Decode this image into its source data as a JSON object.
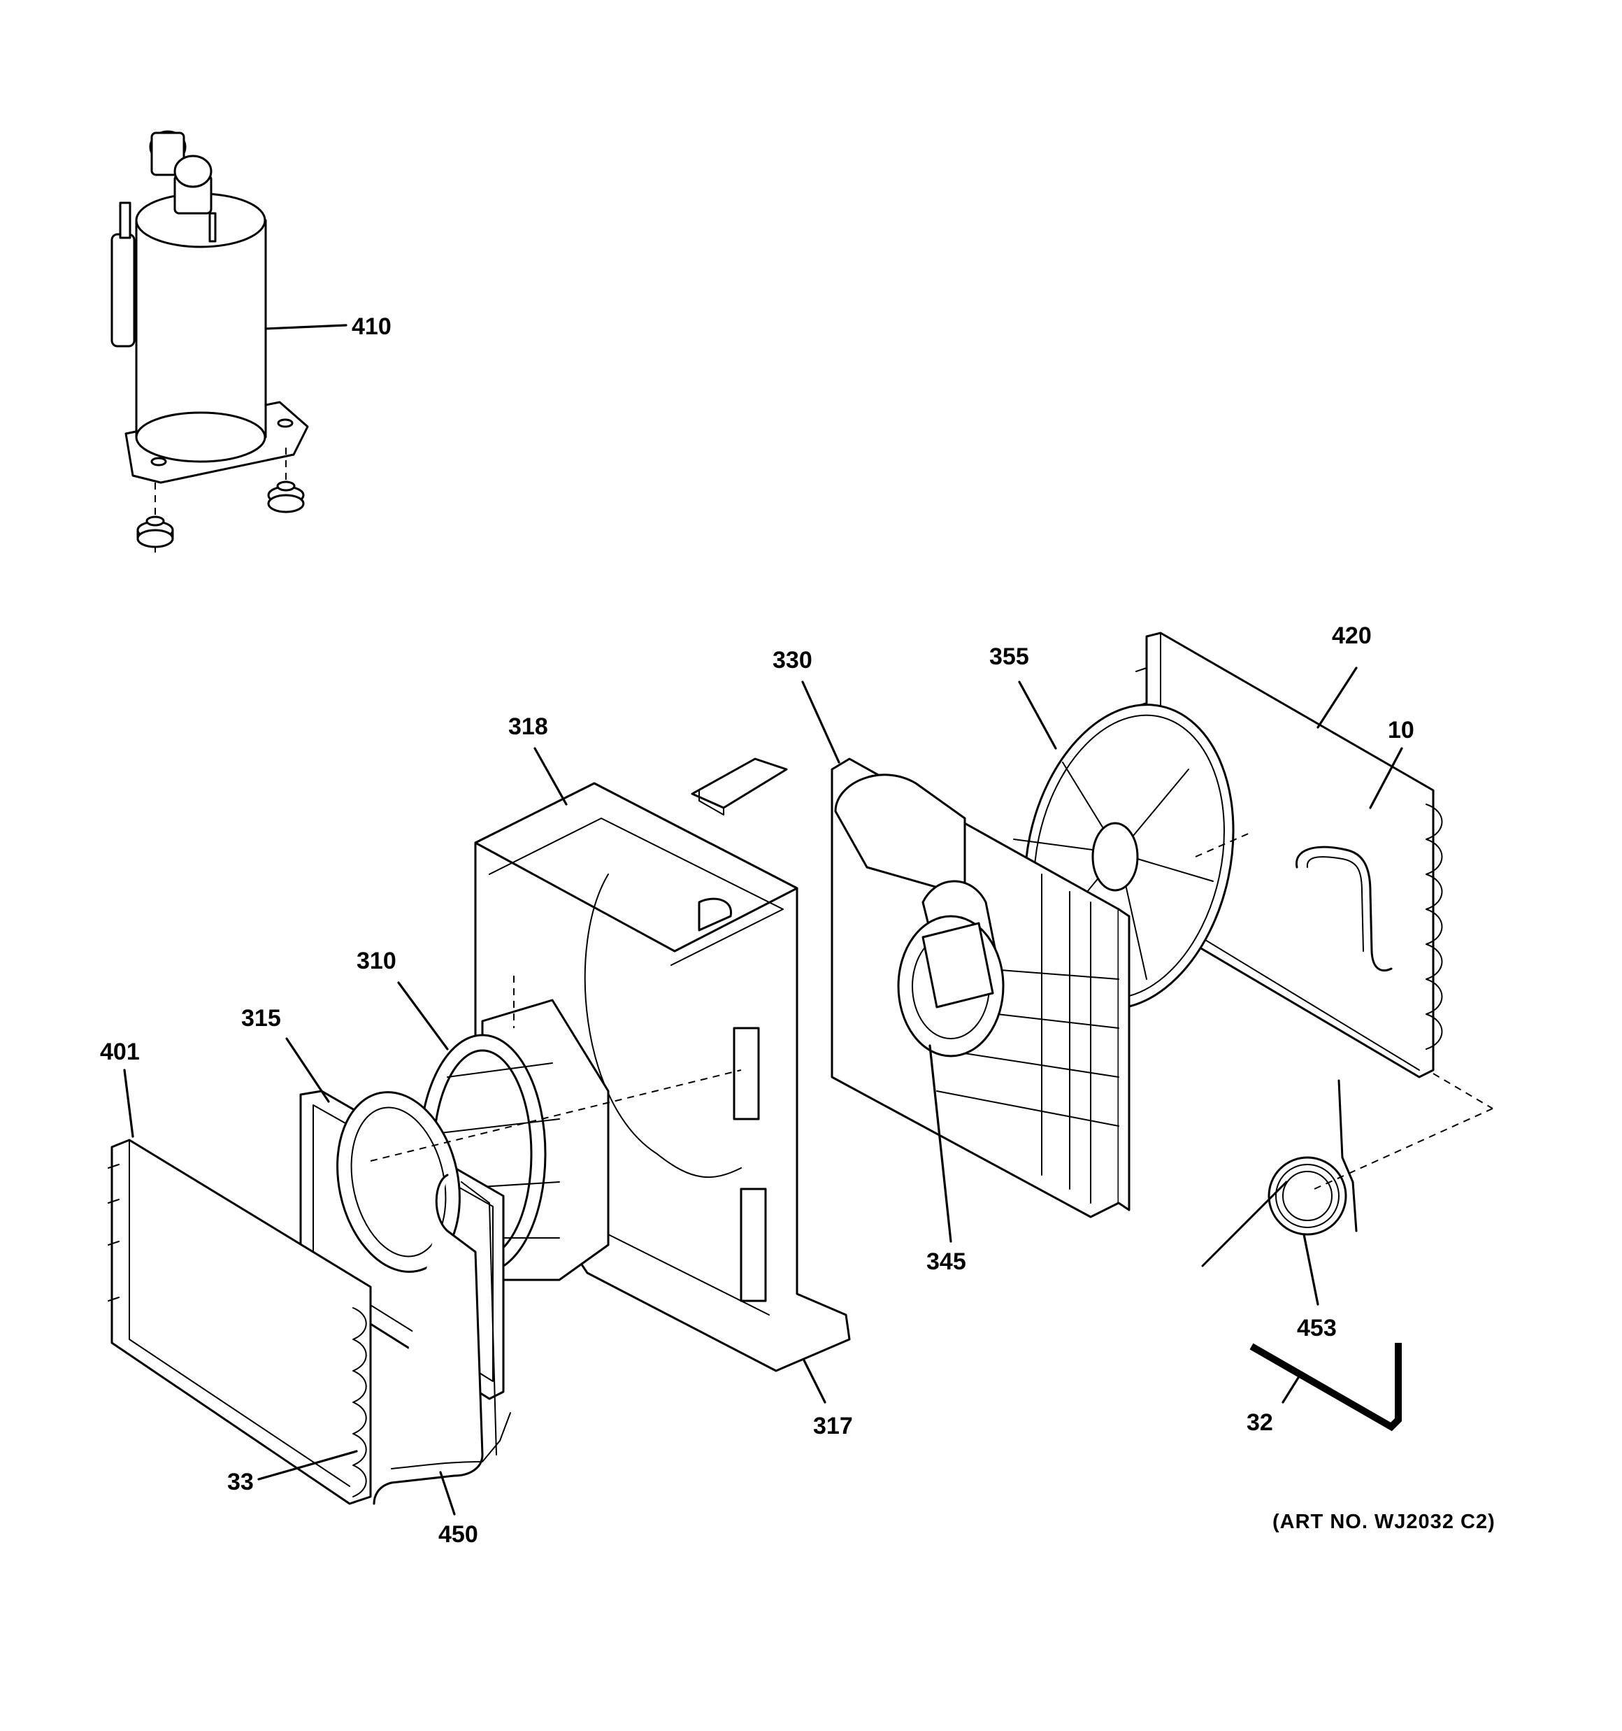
{
  "callouts": {
    "p410": "410",
    "p420": "420",
    "p10": "10",
    "p330": "330",
    "p355": "355",
    "p318": "318",
    "p310": "310",
    "p315": "315",
    "p401": "401",
    "p345": "345",
    "p453": "453",
    "p32": "32",
    "p317": "317",
    "p33": "33",
    "p450": "450"
  },
  "art_number": "(ART NO. WJ2032 C2)"
}
